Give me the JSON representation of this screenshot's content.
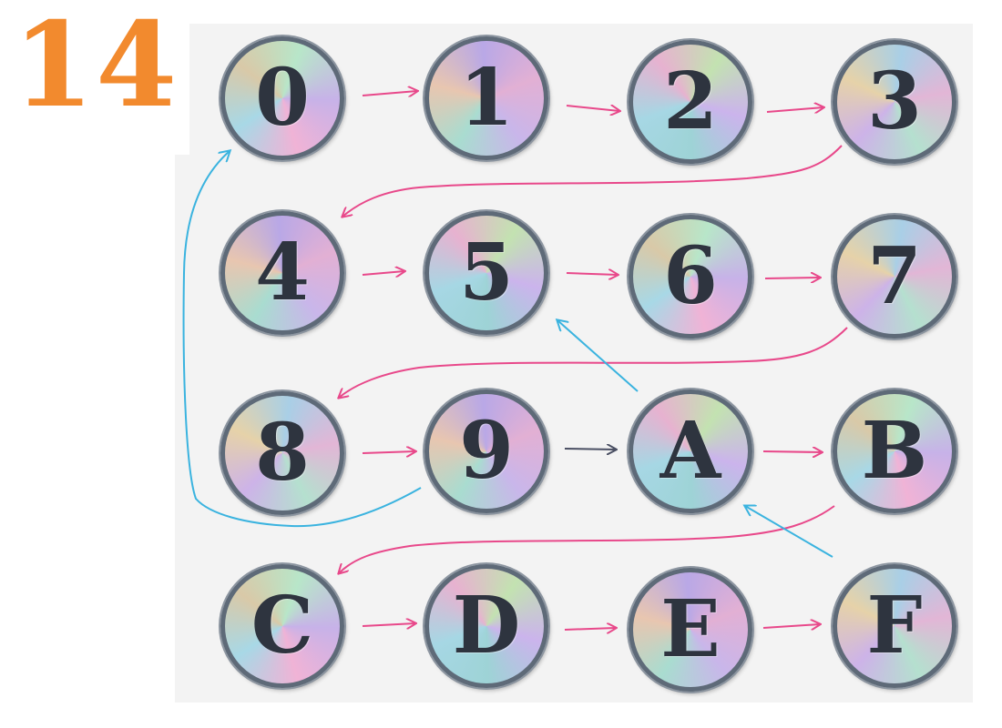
{
  "page_number": "14",
  "nodes": [
    {
      "label": "0"
    },
    {
      "label": "1"
    },
    {
      "label": "2"
    },
    {
      "label": "3"
    },
    {
      "label": "4"
    },
    {
      "label": "5"
    },
    {
      "label": "6"
    },
    {
      "label": "7"
    },
    {
      "label": "8"
    },
    {
      "label": "9"
    },
    {
      "label": "A"
    },
    {
      "label": "B"
    },
    {
      "label": "C"
    },
    {
      "label": "D"
    },
    {
      "label": "E"
    },
    {
      "label": "F"
    }
  ],
  "colors": {
    "page_number": "#f28a2e",
    "pink_arrow": "#e8488a",
    "blue_arrow": "#3ab3df",
    "dark_arrow": "#4a4f63"
  }
}
